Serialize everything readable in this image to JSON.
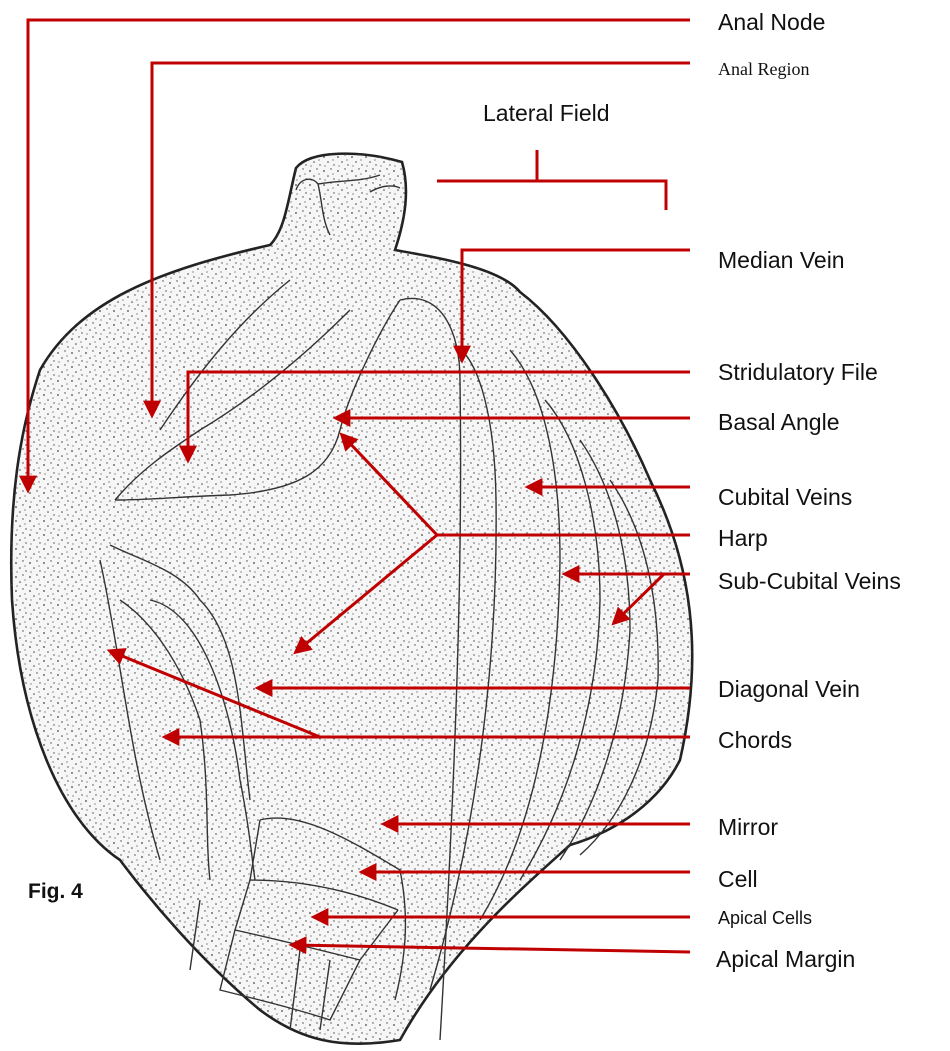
{
  "figure_label": "Fig. 4",
  "labels": {
    "anal_node": "Anal Node",
    "anal_region": "Anal Region",
    "lateral_field": "Lateral Field",
    "median_vein": "Median Vein",
    "stridulatory_file": "Stridulatory File",
    "basal_angle": "Basal Angle",
    "cubital_veins": "Cubital Veins",
    "harp": "Harp",
    "sub_cubital_veins": "Sub-Cubital Veins",
    "diagonal_vein": "Diagonal Vein",
    "chords": "Chords",
    "mirror": "Mirror",
    "cell": "Cell",
    "apical_cells": "Apical Cells",
    "apical_margin": "Apical Margin"
  },
  "colors": {
    "arrow": "#c00000",
    "ink": "#222222",
    "background": "#ffffff"
  }
}
